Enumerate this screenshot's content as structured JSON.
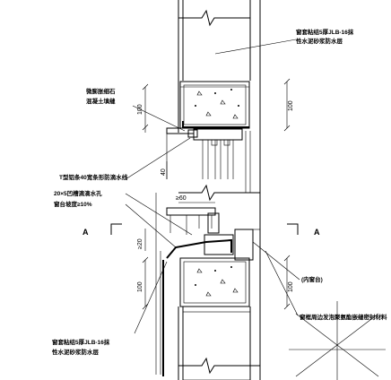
{
  "labels": {
    "top_right": [
      "窗套粘结5厚JLB-16抹",
      "性水泥砂浆防水层"
    ],
    "left_upper": [
      "微膨胀细石",
      "混凝土填缝"
    ],
    "left_mid_1": "T型铝条40宽条形防滴水线",
    "left_mid_2": "20×5凹槽滴滴水孔",
    "left_mid_3": "窗台坡度≥10%",
    "left_bottom": [
      "窗套粘结5厚JLB-16抹",
      "性水泥砂浆防水层"
    ],
    "right_mid": "(内窗台)",
    "right_bottom": "窗框周边发泡聚氨酯嵌缝密封材料"
  },
  "dimensions": {
    "d100_left_top": "100",
    "d100_right_top": "100",
    "d40": "40",
    "d60": "≥60",
    "d20": "≥20",
    "d100_left_bottom": "100",
    "d100_right_bottom": "100"
  },
  "section_marks": {
    "left": "A",
    "right": "A"
  }
}
